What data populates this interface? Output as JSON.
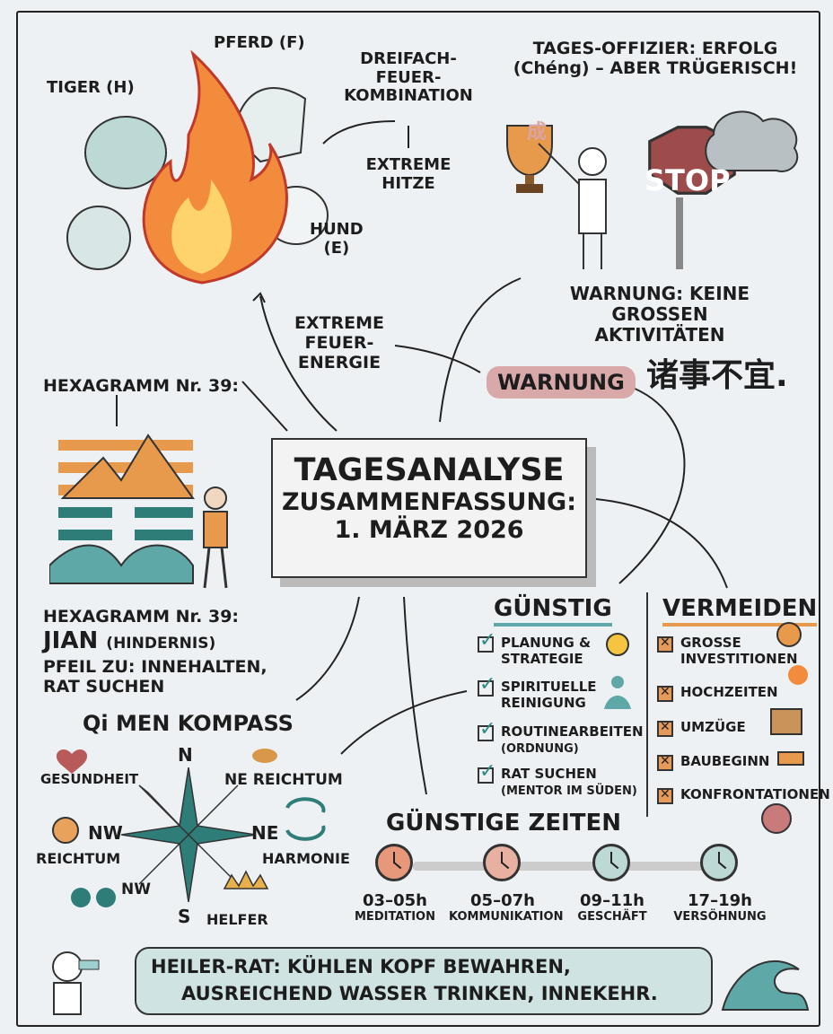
{
  "top_left": {
    "tiger": "TIGER (H)",
    "horse": "PFERD (F)",
    "dog_line1": "HUND",
    "dog_line2": "(E)",
    "combo_lines": [
      "DREIFACH-",
      "FEUER-",
      "KOMBINATION"
    ],
    "heat_lines": [
      "EXTREME",
      "HITZE"
    ]
  },
  "top_right": {
    "title_line1": "TAGES-OFFIZIER: ERFOLG",
    "title_line2": "(Chéng) – ABER TRÜGERISCH!",
    "trophy_char": "成",
    "stop_label": "STOP",
    "warning_line1": "WARNUNG: KEINE GROSSEN",
    "warning_line2": "AKTIVITÄTEN"
  },
  "energy_lines": [
    "EXTREME",
    "FEUER-",
    "ENERGIE"
  ],
  "warnung_badge": "WARNUNG",
  "chinese_text": "诸事不宜.",
  "hexagram": {
    "heading": "HEXAGRAMM Nr. 39:",
    "label_line1": "HEXAGRAMM Nr. 39:",
    "name": "JIAN",
    "name_sub": "(HINDERNIS)",
    "arrow_line1": "PFEIL ZU: INNEHALTEN,",
    "arrow_line2": "RAT SUCHEN"
  },
  "center": {
    "line1": "TAGESANALYSE",
    "line2": "ZUSAMMENFASSUNG:",
    "line3": "1. MÄRZ 2026"
  },
  "guenstig": {
    "title": "GÜNSTIG",
    "items": [
      {
        "l1": "PLANUNG &",
        "l2": "STRATEGIE"
      },
      {
        "l1": "SPIRITUELLE",
        "l2": "REINIGUNG"
      },
      {
        "l1": "ROUTINEARBEITEN",
        "l2": "(ORDNUNG)"
      },
      {
        "l1": "RAT SUCHEN",
        "l2": "(MENTOR IM SÜDEN)"
      }
    ]
  },
  "vermeiden": {
    "title": "VERMEIDEN",
    "items": [
      {
        "l1": "GROSSE",
        "l2": "INVESTITIONEN"
      },
      {
        "l1": "HOCHZEITEN"
      },
      {
        "l1": "UMZÜGE"
      },
      {
        "l1": "BAUBEGINN"
      },
      {
        "l1": "KONFRONTATIONEN"
      }
    ]
  },
  "compass": {
    "title": "Qi MEN KOMPASS",
    "n": "N",
    "s": "S",
    "gesundheit": "GESUNDHEIT",
    "ne_reichtum": "NE REICHTUM",
    "nw": "NW",
    "nw_reichtum": "REICHTUM",
    "ne": "NE",
    "harmonie": "HARMONIE",
    "nw2": "NW",
    "helfer": "HELFER"
  },
  "zeiten": {
    "title": "GÜNSTIGE ZEITEN",
    "slots": [
      {
        "time": "03–05h",
        "label": "MEDITATION"
      },
      {
        "time": "05–07h",
        "label": "KOMMUNIKATION"
      },
      {
        "time": "09–11h",
        "label": "GESCHÄFT"
      },
      {
        "time": "17–19h",
        "label": "VERSÖHNUNG"
      }
    ]
  },
  "healer": {
    "line1": "HEILER-RAT: KÜHLEN KOPF BEWAHREN,",
    "line2": "AUSREICHEND WASSER TRINKEN, INNEKEHR."
  }
}
